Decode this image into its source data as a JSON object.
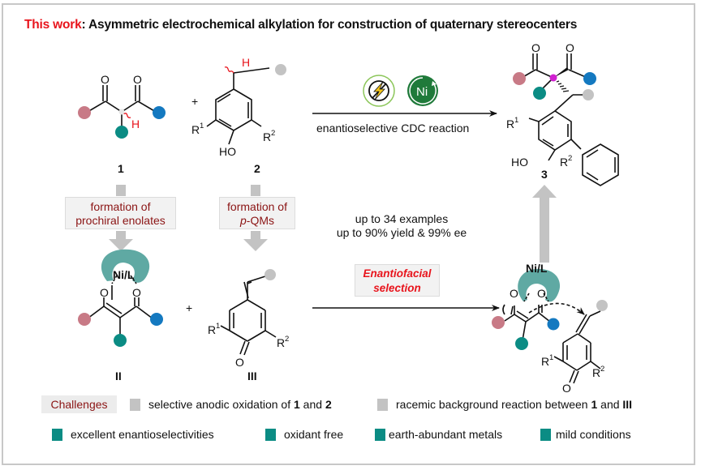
{
  "title": {
    "highlight": "This work",
    "rest": ": Asymmetric electrochemical  alkylation for construction of quaternary  stereocenters"
  },
  "colors": {
    "highlight_red": "#e8141c",
    "box_text_dark_red": "#8b1414",
    "substituent_pink": "#c87a86",
    "substituent_blue": "#1479c0",
    "substituent_teal": "#0b8c84",
    "substituent_gray": "#c3c3c3",
    "stereocenter_magenta": "#d020d0",
    "ni_ligand_teal": "#5fa9a3",
    "ni_badge_green": "#1f7a3a",
    "electricity_badge_green": "#8cc65a",
    "bolt_yellow": "#f5c518",
    "process_arrow_gray": "#c3c3c3"
  },
  "compounds": {
    "c1": {
      "label": "1",
      "atoms": {
        "o1": "O",
        "o2": "O",
        "h": "H"
      }
    },
    "c2": {
      "label": "2",
      "atoms": {
        "h": "H",
        "r1": "R",
        "r1_sup": "1",
        "r2": "R",
        "r2_sup": "2",
        "ho": "HO"
      }
    },
    "c3": {
      "label": "3",
      "atoms": {
        "o1": "O",
        "o2": "O",
        "r1": "R",
        "r1_sup": "1",
        "r2": "R",
        "r2_sup": "2",
        "ho": "HO"
      }
    },
    "cII": {
      "label": "II",
      "atoms": {
        "ni": "Ni/L",
        "o1": "O",
        "o2": "O"
      }
    },
    "cIII": {
      "label": "III",
      "atoms": {
        "r1": "R",
        "r1_sup": "1",
        "r2": "R",
        "r2_sup": "2",
        "o": "O"
      }
    },
    "ts": {
      "atoms": {
        "ni": "Ni/L",
        "o1": "O",
        "o2": "O",
        "r1": "R",
        "r1_sup": "1",
        "r2": "R",
        "r2_sup": "2",
        "o": "O"
      }
    }
  },
  "plus_sign": "+",
  "reaction": {
    "conditions_label": "enantioselective CDC reaction",
    "electricity_icon": "lightning-bolt-icon",
    "catalyst_icon_text": "Ni"
  },
  "boxes": {
    "enolates": {
      "line1": "formation of",
      "line2": "prochiral enolates"
    },
    "pqms": {
      "line1": "formation of",
      "line2_italic": "p",
      "line2_rest": "-QMs"
    },
    "enantiofacial": {
      "line1": "Enantiofacial",
      "line2": "selection"
    }
  },
  "stats": {
    "line1": "up to 34 examples",
    "line2": "up to 90% yield & 99% ee"
  },
  "challenges": {
    "label": "Challenges",
    "items": [
      {
        "pre": "selective anodic oxidation of ",
        "b1": "1",
        "mid": " and ",
        "b2": "2"
      },
      {
        "pre": "racemic background reaction between ",
        "b1": "1",
        "mid": " and ",
        "b2": "III"
      }
    ]
  },
  "advantages": [
    "excellent enantioselectivities",
    "oxidant free",
    "earth-abundant metals",
    "mild conditions"
  ]
}
